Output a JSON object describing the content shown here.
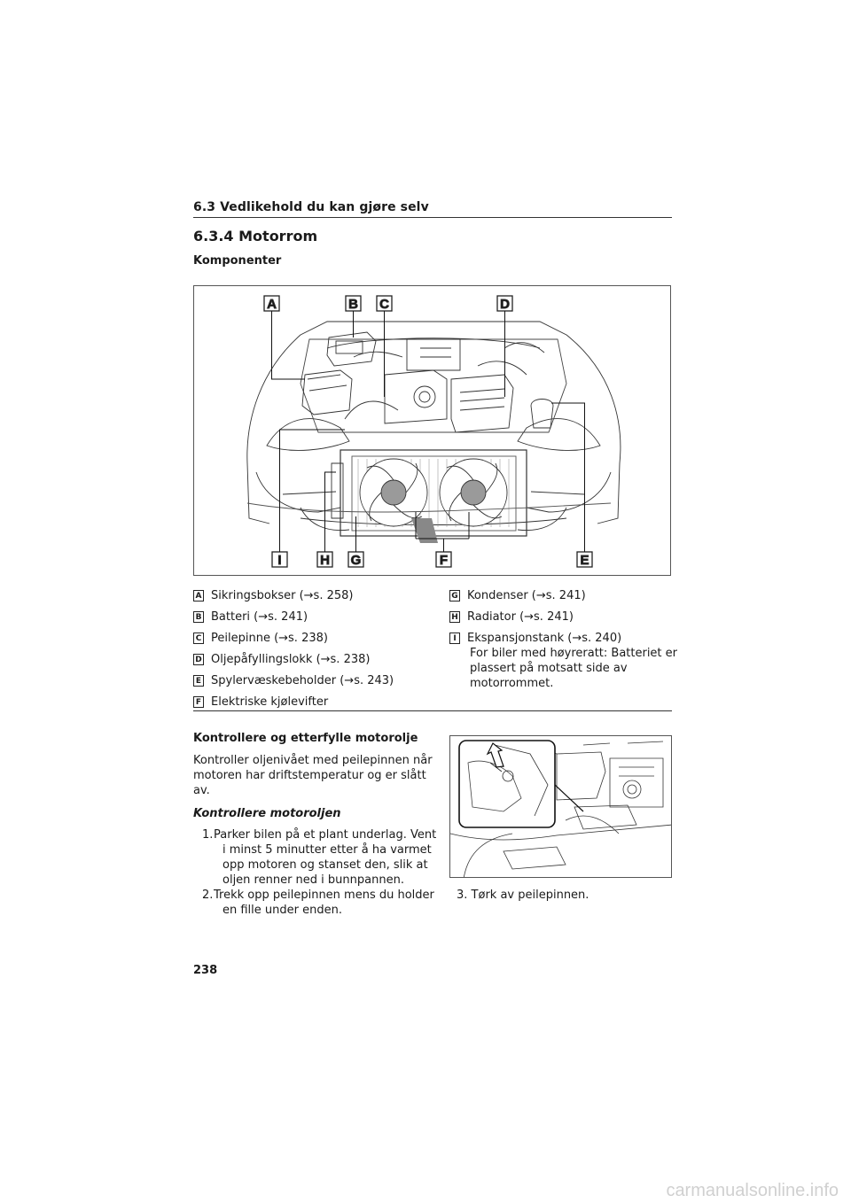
{
  "header": {
    "section_title": "6.3 Vedlikehold du kan gjøre selv"
  },
  "heading": "6.3.4 Motorrom",
  "subheading": "Komponenter",
  "figure": {
    "callouts": [
      "A",
      "B",
      "C",
      "D",
      "E",
      "F",
      "G",
      "H",
      "I"
    ]
  },
  "legend": {
    "left": [
      {
        "key": "A",
        "text": "Sikringsbokser (→s. 258)"
      },
      {
        "key": "B",
        "text": "Batteri (→s. 241)"
      },
      {
        "key": "C",
        "text": "Peilepinne (→s. 238)"
      },
      {
        "key": "D",
        "text": "Oljepåfyllingslokk (→s. 238)"
      },
      {
        "key": "E",
        "text": "Spylervæskebeholder (→s. 243)"
      },
      {
        "key": "F",
        "text": "Elektriske kjølevifter"
      }
    ],
    "right": [
      {
        "key": "G",
        "text": "Kondenser (→s. 241)"
      },
      {
        "key": "H",
        "text": "Radiator (→s. 241)"
      },
      {
        "key": "I",
        "text": "Ekspansjonstank (→s. 240)"
      }
    ],
    "note_lines": [
      "For biler med høyreratt: Batteriet er",
      "plassert på motsatt side av",
      "motorrommet."
    ]
  },
  "oil_section": {
    "title": "Kontrollere og etterfylle motorolje",
    "intro_lines": [
      "Kontroller oljenivået med peilepinnen når",
      "motoren har driftstemperatur og er slått",
      "av."
    ],
    "check_title": "Kontrollere motoroljen",
    "steps": [
      {
        "num": "1.",
        "lines": [
          "Parker bilen på et plant underlag. Vent",
          "i minst 5 minutter etter å ha varmet",
          "opp motoren og stanset den, slik at",
          "oljen renner ned i bunnpannen."
        ]
      },
      {
        "num": "2.",
        "lines": [
          "Trekk opp peilepinnen mens du holder",
          "en fille under enden."
        ]
      }
    ],
    "step3": {
      "num": "3.",
      "text": "Tørk av peilepinnen."
    }
  },
  "page_number": "238",
  "watermark": "carmanualsonline.info"
}
